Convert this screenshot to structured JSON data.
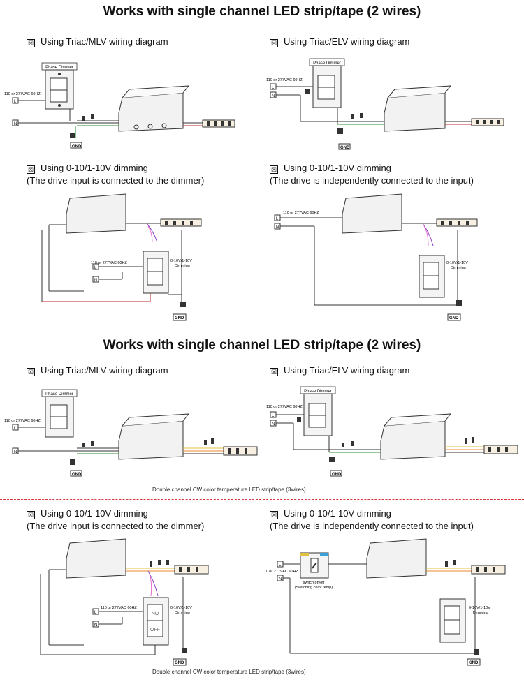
{
  "sections": [
    {
      "title": "Works with single channel LED strip/tape (2 wires)"
    },
    {
      "title": "Works with single channel LED strip/tape (2 wires)"
    }
  ],
  "captions": {
    "triac_mlv": "Using Triac/MLV wiring diagram",
    "triac_elv": "Using Triac/ELV wiring diagram",
    "dim_0_10_a": "Using 0-10/1-10V dimming",
    "dim_0_10_b": "Using 0-10/1-10V dimming",
    "sub_dimmer": "(The drive input is connected to the dimmer)",
    "sub_independent": "(The drive is independently connected to the input)",
    "checkbox": "☒"
  },
  "labels": {
    "phase_dimmer": "Phase Dimmer",
    "vac": "110 or 277VAC 60HZ",
    "L": "L",
    "N": "N",
    "GND": "GND",
    "dimming": "0-10V/1-10V",
    "dimming2": "Dimming",
    "no": "NO",
    "off": "OFF",
    "switch": "switch on/off",
    "switch2": "(Switching color temp)"
  },
  "footnotes": {
    "double_cw": "Double channel CW color temperature LED strip/tape (3wires)"
  },
  "colors": {
    "divider": "#d8323c",
    "wire_red": "#c0262c",
    "wire_purple": "#8e44c6",
    "wire_pink": "#e46ccc",
    "wire_green": "#2f8f2f",
    "wire_yellow": "#e0c040",
    "wire_orange": "#e88a30"
  }
}
